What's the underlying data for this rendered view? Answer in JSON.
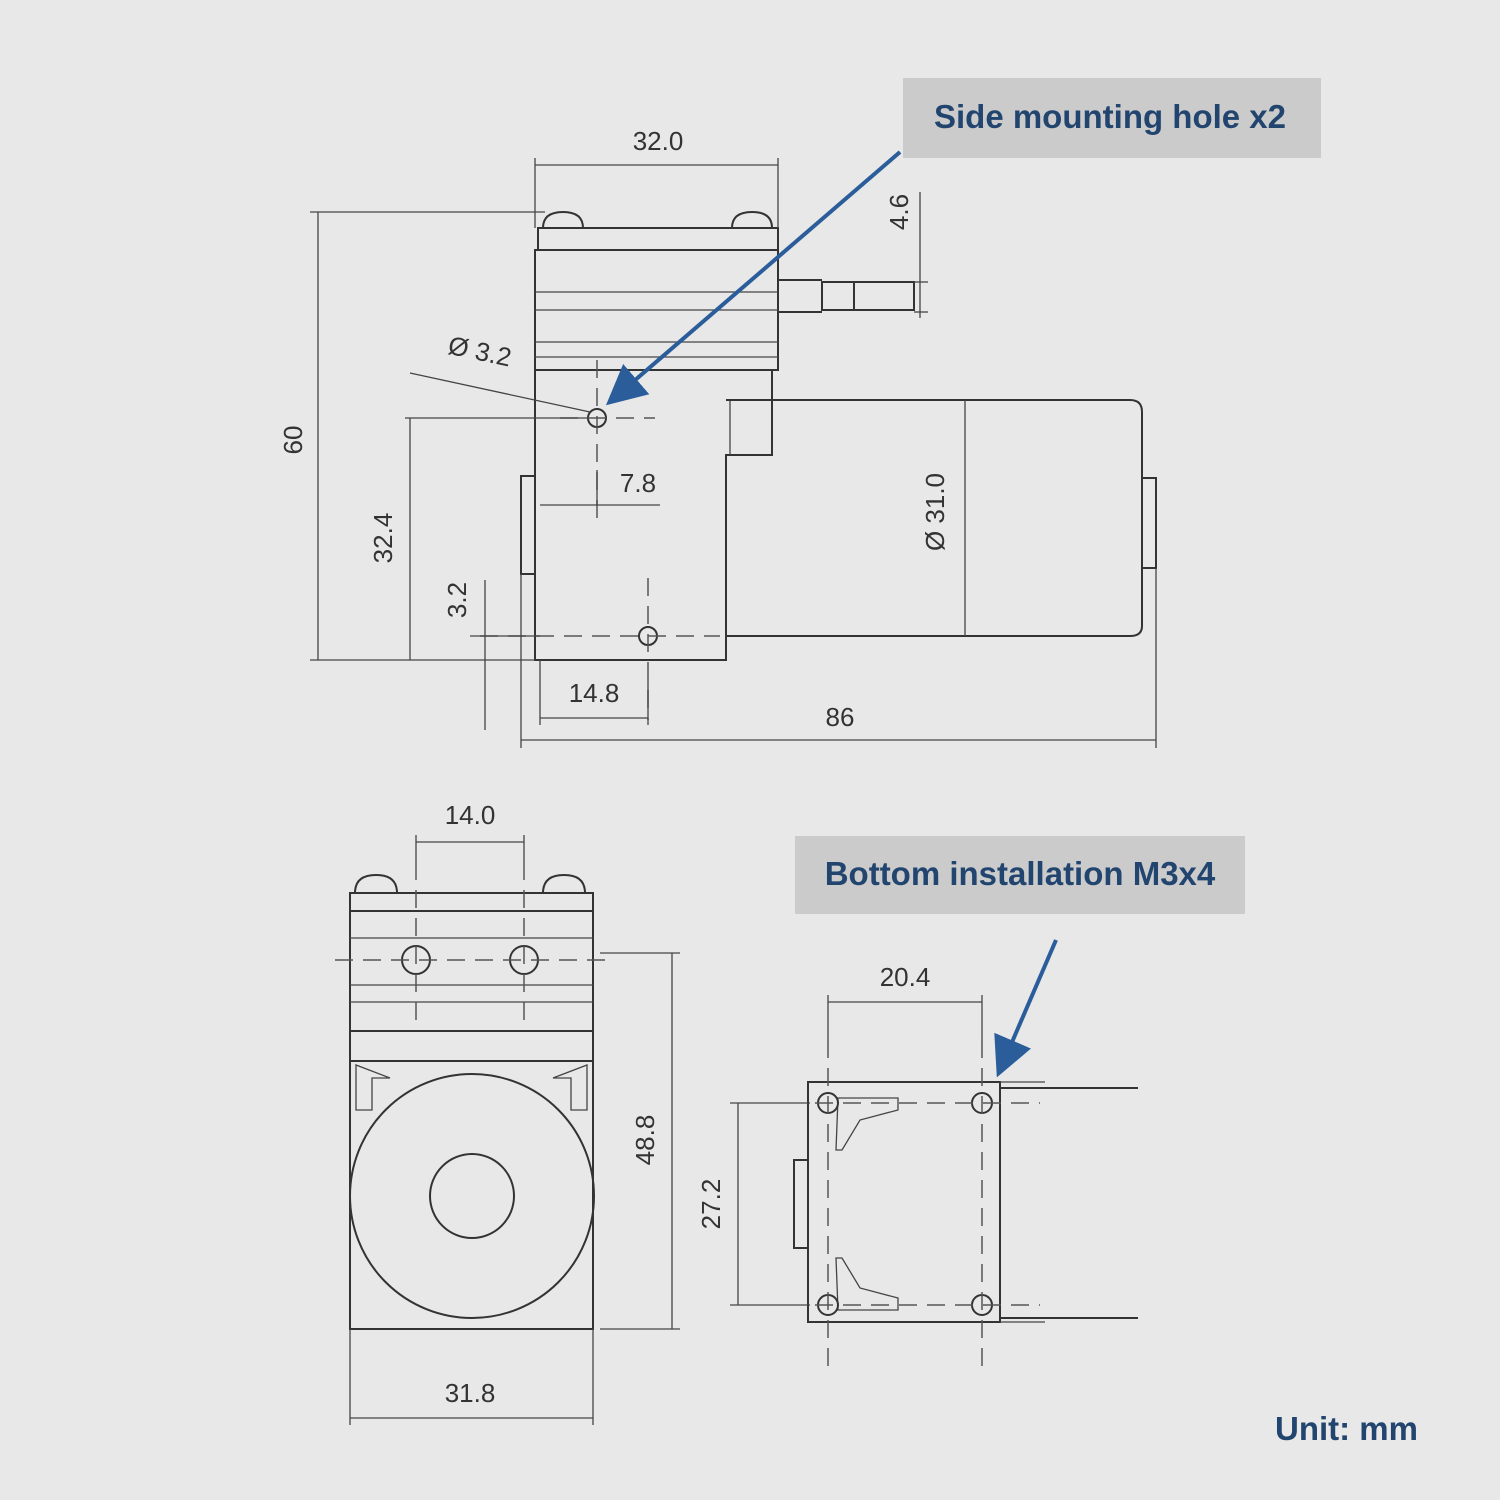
{
  "callouts": {
    "side_hole": "Side mounting hole x2",
    "bottom_install": "Bottom installation M3x4"
  },
  "unit_label": "Unit: mm",
  "dimensions": {
    "top_width": "32.0",
    "outlet_offset": "4.6",
    "hole_diameter": "Ø 3.2",
    "overall_height": "60",
    "hole_height": "32.4",
    "hole_offset_x": "7.8",
    "motor_diameter": "Ø 31.0",
    "bottom_hole_offset_y": "3.2",
    "bottom_hole_offset_x": "14.8",
    "overall_length": "86",
    "front_hole_spacing": "14.0",
    "front_height": "48.8",
    "front_width": "31.8",
    "bottom_hole_spacing_x": "20.4",
    "bottom_hole_spacing_y": "27.2"
  },
  "colors": {
    "background": "#e8e8e8",
    "callout_box": "#cbcbcb",
    "callout_text": "#22456f",
    "arrow": "#2a5d9a",
    "line": "#333333"
  }
}
